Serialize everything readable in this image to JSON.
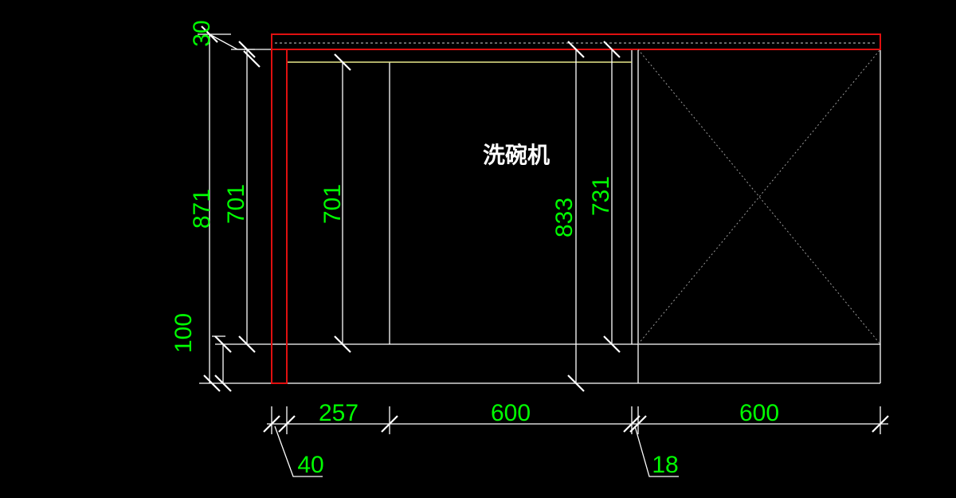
{
  "appliance_label": "洗碗机",
  "dimensions": {
    "top_thickness": "30",
    "total_height": "871",
    "panel_height_left": "701",
    "panel_height_inner": "701",
    "cavity_height": "833",
    "inner_height_right": "731",
    "plinth_height": "100",
    "width_left": "257",
    "width_middle": "600",
    "width_right": "600",
    "side_thickness": "40",
    "divider_thickness": "18"
  },
  "colors": {
    "background": "#000000",
    "dimension_text": "#00ff00",
    "outline": "#ffffff",
    "panel_highlight": "#e01010",
    "guide": "#e8e88a"
  }
}
